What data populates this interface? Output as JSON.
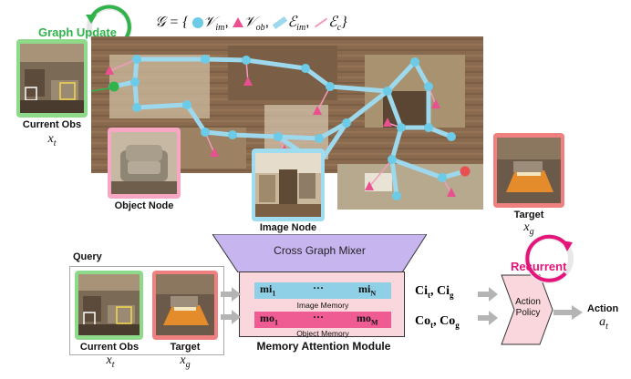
{
  "legend": {
    "lhs": "𝒢 = {",
    "v_im": "𝒱",
    "v_im_sub": "im",
    "v_ob": "𝒱",
    "v_ob_sub": "ob",
    "e_im": "ℰ",
    "e_im_sub": "im",
    "e_c": "ℰ",
    "e_c_sub": "c",
    "rhs": "}",
    "colors": {
      "image_node": "#6ccbe6",
      "object_node": "#e8508f",
      "image_edge": "#9ed8ec",
      "object_edge": "#f29bbd"
    }
  },
  "top": {
    "graph_update": "Graph Update",
    "current_obs": "Current Obs",
    "current_obs_var": "x",
    "current_obs_sub": "t",
    "object_node": "Object Node",
    "image_node": "Image Node",
    "target": "Target",
    "target_var": "x",
    "target_sub": "g"
  },
  "bottom": {
    "query": "Query",
    "current_obs": "Current Obs",
    "current_obs_var": "x",
    "current_obs_sub": "t",
    "target": "Target",
    "target_var": "x",
    "target_sub": "g",
    "cross_graph_mixer": "Cross Graph Mixer",
    "image_memory_first": "mi",
    "image_memory_first_sub": "1",
    "image_memory_dots": "···",
    "image_memory_last": "mi",
    "image_memory_last_sub": "N",
    "image_memory_label": "Image Memory",
    "object_memory_first": "mo",
    "object_memory_first_sub": "1",
    "object_memory_dots": "···",
    "object_memory_last": "mo",
    "object_memory_last_sub": "M",
    "object_memory_label": "Object Memory",
    "memory_attention_module": "Memory Attention Module",
    "ci_output": "Ci",
    "ci_output_sub1": "t",
    "ci_output_sep": ", Ci",
    "ci_output_sub2": "g",
    "co_output": "Co",
    "co_output_sub1": "t",
    "co_output_sep": ", Co",
    "co_output_sub2": "g",
    "recurrent": "Recurrent",
    "action_policy_line1": "Action",
    "action_policy_line2": "Policy",
    "action": "Action",
    "action_var": "a",
    "action_sub": "t"
  },
  "colors": {
    "green_accent": "#2fb34a",
    "green_frame": "#8fd98a",
    "pink_frame": "#f7a6c4",
    "blue_frame": "#9fdcef",
    "red_frame": "#f08080",
    "mixer_purple": "#c7b5f0",
    "memory_pink_bg": "#fad7dc",
    "image_memory_bar": "#8fd0e6",
    "object_memory_bar": "#ef5b93",
    "recurrent_magenta": "#e4147a"
  }
}
